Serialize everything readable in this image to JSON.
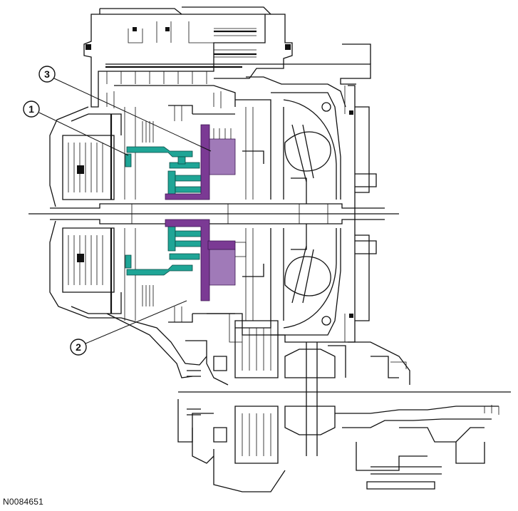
{
  "figure_id": "N0084651",
  "callouts": [
    {
      "number": "1"
    },
    {
      "number": "2"
    },
    {
      "number": "3"
    }
  ],
  "colors": {
    "clutch_highlight": "#1fa596",
    "hub_highlight": "#7b3a94",
    "drum_highlight": "#a07ab8",
    "linework": "#111111"
  }
}
